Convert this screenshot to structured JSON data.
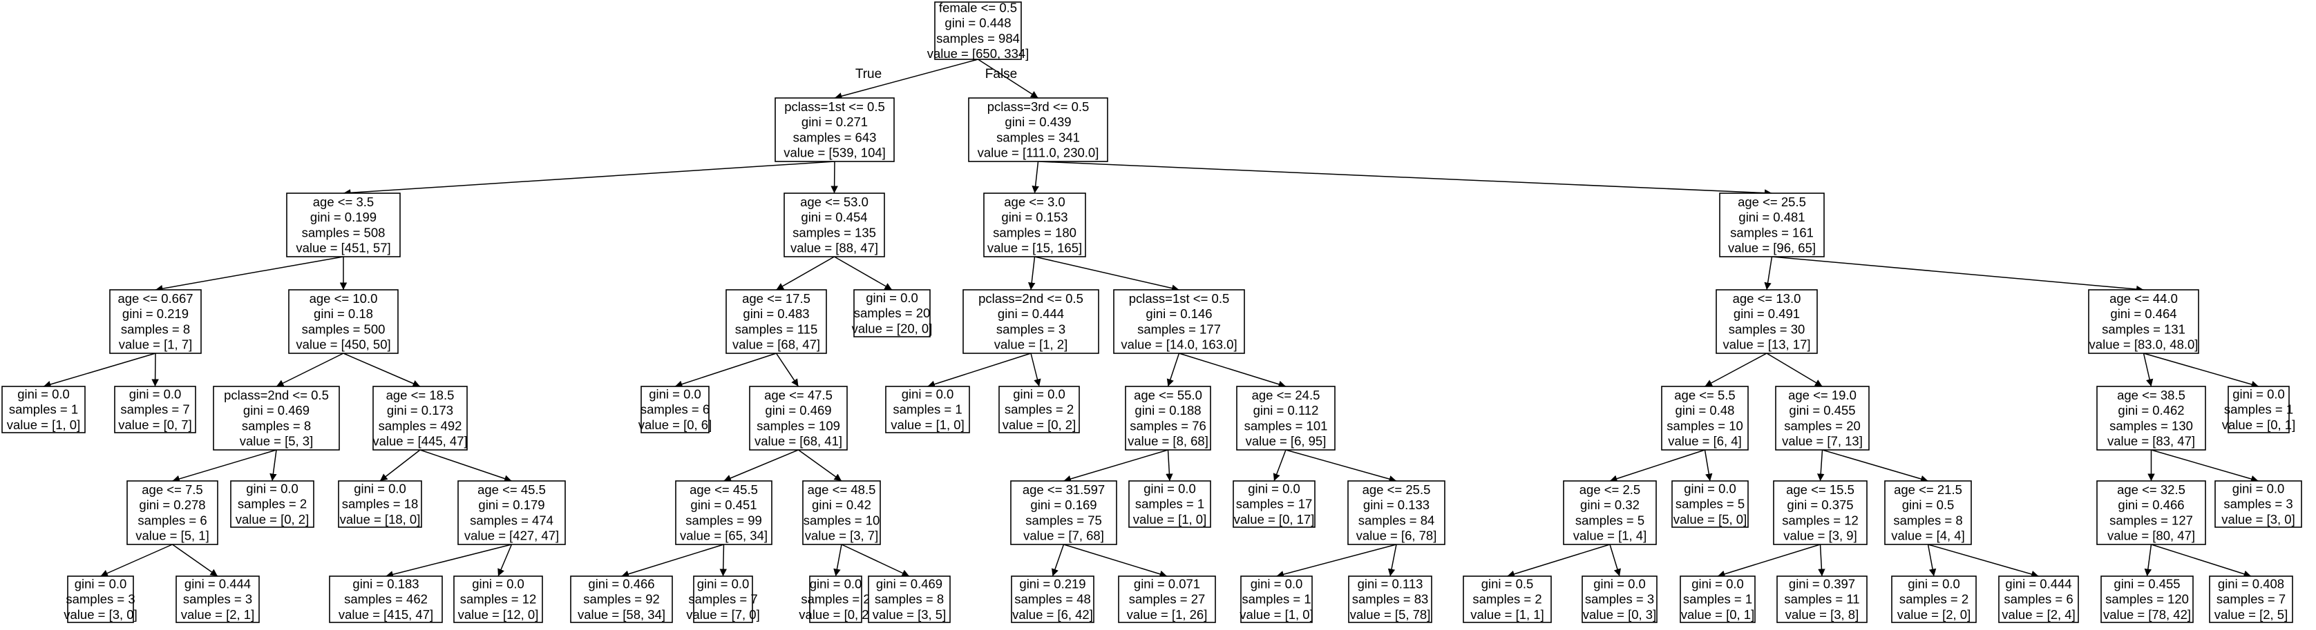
{
  "edge_labels": {
    "true_label": "True",
    "false_label": "False"
  },
  "nodes": [
    {
      "id": "n0",
      "lines": [
        "female <= 0.5",
        "gini = 0.448",
        "samples = 984",
        "value = [650, 334]"
      ]
    },
    {
      "id": "n1",
      "lines": [
        "pclass=1st <= 0.5",
        "gini = 0.271",
        "samples = 643",
        "value = [539, 104]"
      ]
    },
    {
      "id": "n2",
      "lines": [
        "age <= 3.5",
        "gini = 0.199",
        "samples = 508",
        "value = [451, 57]"
      ]
    },
    {
      "id": "n3",
      "lines": [
        "age <= 0.667",
        "gini = 0.219",
        "samples = 8",
        "value = [1, 7]"
      ]
    },
    {
      "id": "n4",
      "lines": [
        "gini = 0.0",
        "samples = 1",
        "value = [1, 0]"
      ]
    },
    {
      "id": "n5",
      "lines": [
        "gini = 0.0",
        "samples = 7",
        "value = [0, 7]"
      ]
    },
    {
      "id": "n6",
      "lines": [
        "age <= 10.0",
        "gini = 0.18",
        "samples = 500",
        "value = [450, 50]"
      ]
    },
    {
      "id": "n7",
      "lines": [
        "pclass=2nd <= 0.5",
        "gini = 0.469",
        "samples = 8",
        "value = [5, 3]"
      ]
    },
    {
      "id": "n8",
      "lines": [
        "age <= 7.5",
        "gini = 0.278",
        "samples = 6",
        "value = [5, 1]"
      ]
    },
    {
      "id": "n9",
      "lines": [
        "gini = 0.0",
        "samples = 3",
        "value = [3, 0]"
      ]
    },
    {
      "id": "n10",
      "lines": [
        "gini = 0.444",
        "samples = 3",
        "value = [2, 1]"
      ]
    },
    {
      "id": "n11",
      "lines": [
        "gini = 0.0",
        "samples = 2",
        "value = [0, 2]"
      ]
    },
    {
      "id": "n12",
      "lines": [
        "age <= 18.5",
        "gini = 0.173",
        "samples = 492",
        "value = [445, 47]"
      ]
    },
    {
      "id": "n13",
      "lines": [
        "gini = 0.0",
        "samples = 18",
        "value = [18, 0]"
      ]
    },
    {
      "id": "n14",
      "lines": [
        "age <= 45.5",
        "gini = 0.179",
        "samples = 474",
        "value = [427, 47]"
      ]
    },
    {
      "id": "n15",
      "lines": [
        "gini = 0.183",
        "samples = 462",
        "value = [415, 47]"
      ]
    },
    {
      "id": "n16",
      "lines": [
        "gini = 0.0",
        "samples = 12",
        "value = [12, 0]"
      ]
    },
    {
      "id": "n17",
      "lines": [
        "age <= 53.0",
        "gini = 0.454",
        "samples = 135",
        "value = [88, 47]"
      ]
    },
    {
      "id": "n18",
      "lines": [
        "age <= 17.5",
        "gini = 0.483",
        "samples = 115",
        "value = [68, 47]"
      ]
    },
    {
      "id": "n19",
      "lines": [
        "gini = 0.0",
        "samples = 6",
        "value = [0, 6]"
      ]
    },
    {
      "id": "n20",
      "lines": [
        "age <= 47.5",
        "gini = 0.469",
        "samples = 109",
        "value = [68, 41]"
      ]
    },
    {
      "id": "n21",
      "lines": [
        "age <= 45.5",
        "gini = 0.451",
        "samples = 99",
        "value = [65, 34]"
      ]
    },
    {
      "id": "n22",
      "lines": [
        "gini = 0.466",
        "samples = 92",
        "value = [58, 34]"
      ]
    },
    {
      "id": "n23",
      "lines": [
        "gini = 0.0",
        "samples = 7",
        "value = [7, 0]"
      ]
    },
    {
      "id": "n24",
      "lines": [
        "age <= 48.5",
        "gini = 0.42",
        "samples = 10",
        "value = [3, 7]"
      ]
    },
    {
      "id": "n25",
      "lines": [
        "gini = 0.0",
        "samples = 2",
        "value = [0, 2]"
      ]
    },
    {
      "id": "n26",
      "lines": [
        "gini = 0.469",
        "samples = 8",
        "value = [3, 5]"
      ]
    },
    {
      "id": "n27",
      "lines": [
        "gini = 0.0",
        "samples = 20",
        "value = [20, 0]"
      ]
    },
    {
      "id": "n28",
      "lines": [
        "pclass=3rd <= 0.5",
        "gini = 0.439",
        "samples = 341",
        "value = [111.0, 230.0]"
      ]
    },
    {
      "id": "n29",
      "lines": [
        "age <= 3.0",
        "gini = 0.153",
        "samples = 180",
        "value = [15, 165]"
      ]
    },
    {
      "id": "n30",
      "lines": [
        "pclass=2nd <= 0.5",
        "gini = 0.444",
        "samples = 3",
        "value = [1, 2]"
      ]
    },
    {
      "id": "n31",
      "lines": [
        "gini = 0.0",
        "samples = 1",
        "value = [1, 0]"
      ]
    },
    {
      "id": "n32",
      "lines": [
        "gini = 0.0",
        "samples = 2",
        "value = [0, 2]"
      ]
    },
    {
      "id": "n33",
      "lines": [
        "pclass=1st <= 0.5",
        "gini = 0.146",
        "samples = 177",
        "value = [14.0, 163.0]"
      ]
    },
    {
      "id": "n34",
      "lines": [
        "age <= 55.0",
        "gini = 0.188",
        "samples = 76",
        "value = [8, 68]"
      ]
    },
    {
      "id": "n35",
      "lines": [
        "age <= 31.597",
        "gini = 0.169",
        "samples = 75",
        "value = [7, 68]"
      ]
    },
    {
      "id": "n36",
      "lines": [
        "gini = 0.219",
        "samples = 48",
        "value = [6, 42]"
      ]
    },
    {
      "id": "n37",
      "lines": [
        "gini = 0.071",
        "samples = 27",
        "value = [1, 26]"
      ]
    },
    {
      "id": "n38",
      "lines": [
        "gini = 0.0",
        "samples = 1",
        "value = [1, 0]"
      ]
    },
    {
      "id": "n39",
      "lines": [
        "age <= 24.5",
        "gini = 0.112",
        "samples = 101",
        "value = [6, 95]"
      ]
    },
    {
      "id": "n40",
      "lines": [
        "gini = 0.0",
        "samples = 17",
        "value = [0, 17]"
      ]
    },
    {
      "id": "n41",
      "lines": [
        "age <= 25.5",
        "gini = 0.133",
        "samples = 84",
        "value = [6, 78]"
      ]
    },
    {
      "id": "n42",
      "lines": [
        "gini = 0.0",
        "samples = 1",
        "value = [1, 0]"
      ]
    },
    {
      "id": "n43",
      "lines": [
        "gini = 0.113",
        "samples = 83",
        "value = [5, 78]"
      ]
    },
    {
      "id": "n44",
      "lines": [
        "age <= 25.5",
        "gini = 0.481",
        "samples = 161",
        "value = [96, 65]"
      ]
    },
    {
      "id": "n45",
      "lines": [
        "age <= 13.0",
        "gini = 0.491",
        "samples = 30",
        "value = [13, 17]"
      ]
    },
    {
      "id": "n46",
      "lines": [
        "age <= 5.5",
        "gini = 0.48",
        "samples = 10",
        "value = [6, 4]"
      ]
    },
    {
      "id": "n47",
      "lines": [
        "age <= 2.5",
        "gini = 0.32",
        "samples = 5",
        "value = [1, 4]"
      ]
    },
    {
      "id": "n48",
      "lines": [
        "gini = 0.5",
        "samples = 2",
        "value = [1, 1]"
      ]
    },
    {
      "id": "n49",
      "lines": [
        "gini = 0.0",
        "samples = 3",
        "value = [0, 3]"
      ]
    },
    {
      "id": "n50",
      "lines": [
        "gini = 0.0",
        "samples = 5",
        "value = [5, 0]"
      ]
    },
    {
      "id": "n51",
      "lines": [
        "age <= 19.0",
        "gini = 0.455",
        "samples = 20",
        "value = [7, 13]"
      ]
    },
    {
      "id": "n52",
      "lines": [
        "age <= 15.5",
        "gini = 0.375",
        "samples = 12",
        "value = [3, 9]"
      ]
    },
    {
      "id": "n53",
      "lines": [
        "gini = 0.0",
        "samples = 1",
        "value = [0, 1]"
      ]
    },
    {
      "id": "n54",
      "lines": [
        "gini = 0.397",
        "samples = 11",
        "value = [3, 8]"
      ]
    },
    {
      "id": "n55",
      "lines": [
        "age <= 21.5",
        "gini = 0.5",
        "samples = 8",
        "value = [4, 4]"
      ]
    },
    {
      "id": "n56",
      "lines": [
        "gini = 0.0",
        "samples = 2",
        "value = [2, 0]"
      ]
    },
    {
      "id": "n57",
      "lines": [
        "gini = 0.444",
        "samples = 6",
        "value = [2, 4]"
      ]
    },
    {
      "id": "n58",
      "lines": [
        "age <= 44.0",
        "gini = 0.464",
        "samples = 131",
        "value = [83.0, 48.0]"
      ]
    },
    {
      "id": "n59",
      "lines": [
        "age <= 38.5",
        "gini = 0.462",
        "samples = 130",
        "value = [83, 47]"
      ]
    },
    {
      "id": "n60",
      "lines": [
        "age <= 32.5",
        "gini = 0.466",
        "samples = 127",
        "value = [80, 47]"
      ]
    },
    {
      "id": "n61",
      "lines": [
        "gini = 0.455",
        "samples = 120",
        "value = [78, 42]"
      ]
    },
    {
      "id": "n62",
      "lines": [
        "gini = 0.408",
        "samples = 7",
        "value = [2, 5]"
      ]
    },
    {
      "id": "n63",
      "lines": [
        "gini = 0.0",
        "samples = 3",
        "value = [3, 0]"
      ]
    },
    {
      "id": "n64",
      "lines": [
        "gini = 0.0",
        "samples = 1",
        "value = [0, 1]"
      ]
    }
  ],
  "edges": [
    [
      "n0",
      "n1"
    ],
    [
      "n0",
      "n28"
    ],
    [
      "n1",
      "n2"
    ],
    [
      "n1",
      "n17"
    ],
    [
      "n2",
      "n3"
    ],
    [
      "n2",
      "n6"
    ],
    [
      "n3",
      "n4"
    ],
    [
      "n3",
      "n5"
    ],
    [
      "n6",
      "n7"
    ],
    [
      "n6",
      "n12"
    ],
    [
      "n7",
      "n8"
    ],
    [
      "n7",
      "n11"
    ],
    [
      "n8",
      "n9"
    ],
    [
      "n8",
      "n10"
    ],
    [
      "n12",
      "n13"
    ],
    [
      "n12",
      "n14"
    ],
    [
      "n14",
      "n15"
    ],
    [
      "n14",
      "n16"
    ],
    [
      "n17",
      "n18"
    ],
    [
      "n17",
      "n27"
    ],
    [
      "n18",
      "n19"
    ],
    [
      "n18",
      "n20"
    ],
    [
      "n20",
      "n21"
    ],
    [
      "n20",
      "n24"
    ],
    [
      "n21",
      "n22"
    ],
    [
      "n21",
      "n23"
    ],
    [
      "n24",
      "n25"
    ],
    [
      "n24",
      "n26"
    ],
    [
      "n28",
      "n29"
    ],
    [
      "n28",
      "n44"
    ],
    [
      "n29",
      "n30"
    ],
    [
      "n29",
      "n33"
    ],
    [
      "n30",
      "n31"
    ],
    [
      "n30",
      "n32"
    ],
    [
      "n33",
      "n34"
    ],
    [
      "n33",
      "n39"
    ],
    [
      "n34",
      "n35"
    ],
    [
      "n34",
      "n38"
    ],
    [
      "n35",
      "n36"
    ],
    [
      "n35",
      "n37"
    ],
    [
      "n39",
      "n40"
    ],
    [
      "n39",
      "n41"
    ],
    [
      "n41",
      "n42"
    ],
    [
      "n41",
      "n43"
    ],
    [
      "n44",
      "n45"
    ],
    [
      "n44",
      "n58"
    ],
    [
      "n45",
      "n46"
    ],
    [
      "n45",
      "n51"
    ],
    [
      "n46",
      "n47"
    ],
    [
      "n46",
      "n50"
    ],
    [
      "n47",
      "n48"
    ],
    [
      "n47",
      "n49"
    ],
    [
      "n51",
      "n52"
    ],
    [
      "n51",
      "n55"
    ],
    [
      "n52",
      "n53"
    ],
    [
      "n52",
      "n54"
    ],
    [
      "n55",
      "n56"
    ],
    [
      "n55",
      "n57"
    ],
    [
      "n58",
      "n59"
    ],
    [
      "n58",
      "n64"
    ],
    [
      "n59",
      "n60"
    ],
    [
      "n59",
      "n63"
    ],
    [
      "n60",
      "n61"
    ],
    [
      "n60",
      "n62"
    ]
  ]
}
